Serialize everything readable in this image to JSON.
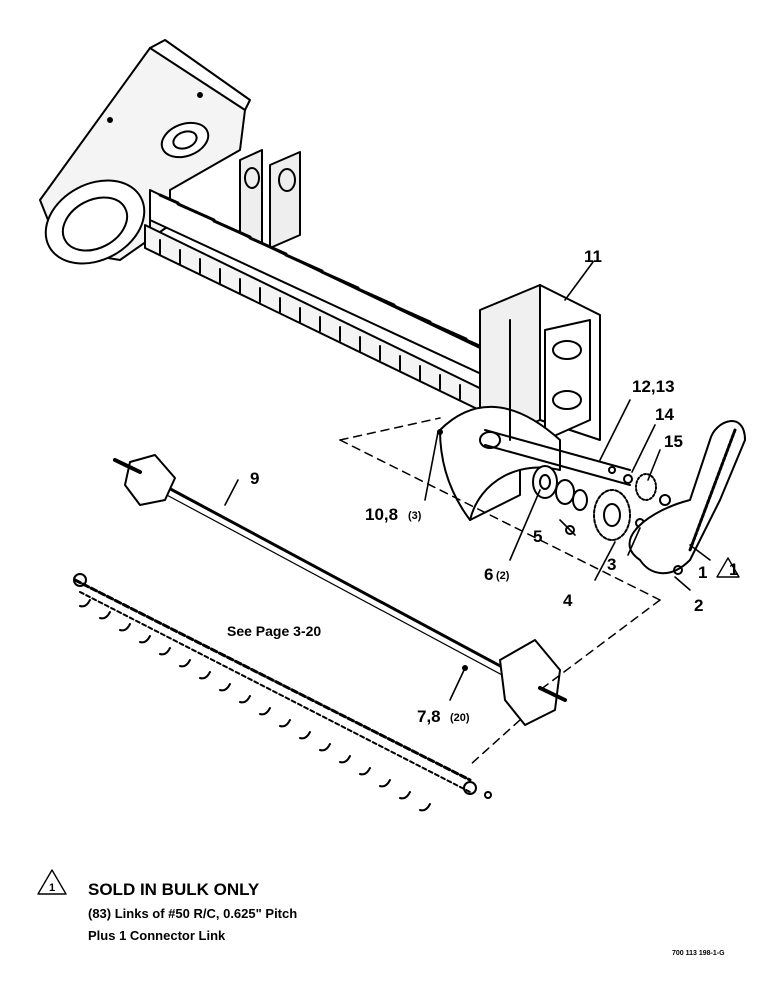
{
  "callouts": {
    "c1": "1",
    "c2": "2",
    "c3": "3",
    "c4": "4",
    "c5": "5",
    "c6": "6",
    "c6_qty": "(2)",
    "c7_8": "7,8",
    "c7_8_qty": "(20)",
    "c9": "9",
    "c10_8": "10,8",
    "c10_8_qty": "(3)",
    "c11": "11",
    "c12_13": "12,13",
    "c14": "14",
    "c15": "15"
  },
  "page_reference": "See Page 3-20",
  "note": {
    "marker": "1",
    "title": "SOLD IN BULK ONLY",
    "lines": [
      "(83) Links of #50 R/C, 0.625\" Pitch",
      "Plus 1 Connector Link"
    ]
  },
  "figure_id": "700 113 198-1-G"
}
